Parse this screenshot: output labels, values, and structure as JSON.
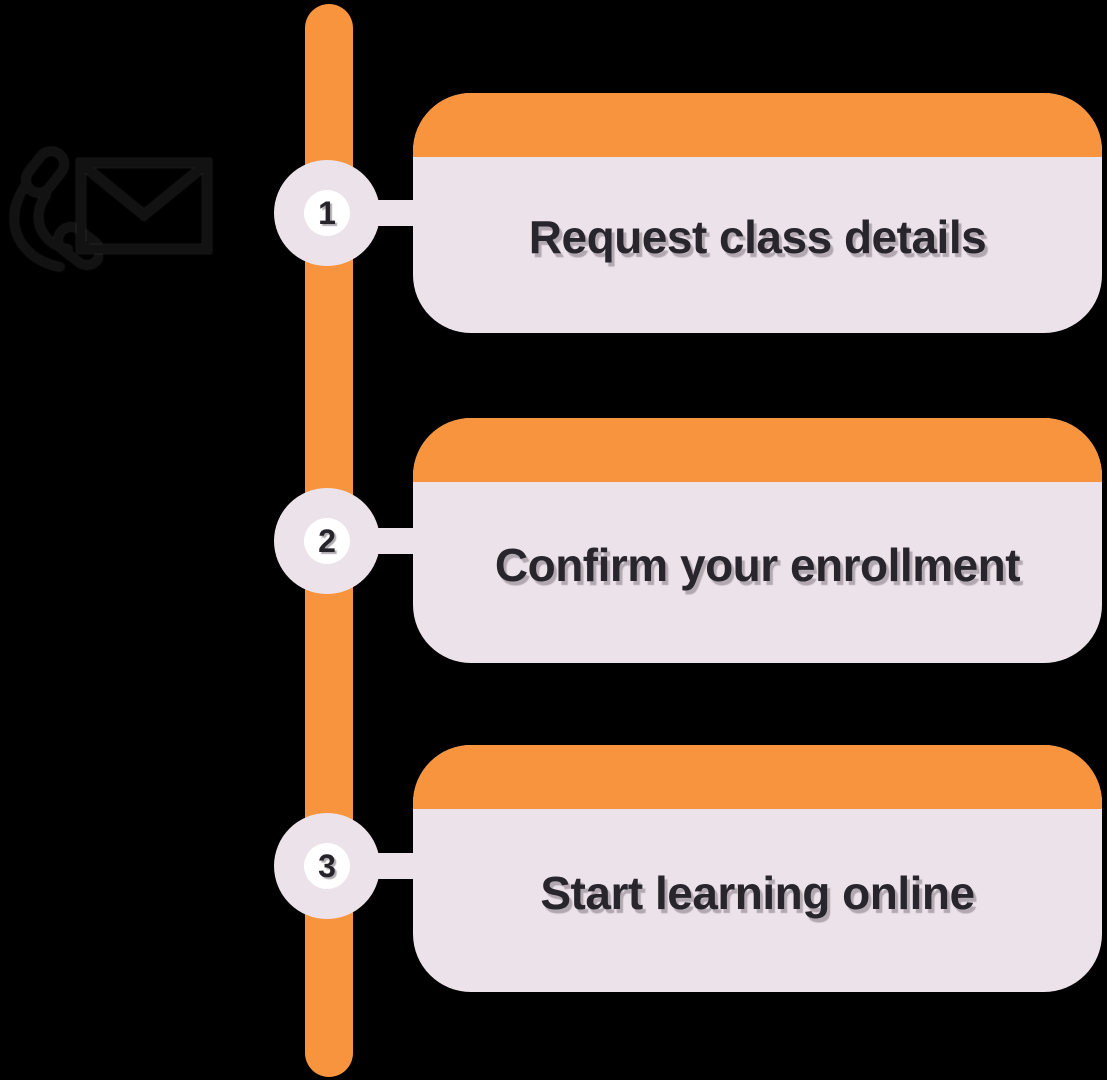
{
  "title": "enrollment-steps-infographic",
  "colors": {
    "background": "#000000",
    "accent_orange": "#F8943D",
    "card_lavender": "#ECE2E9",
    "text_dark": "#28262C",
    "number_disc_white": "#FFFFFF"
  },
  "icons": {
    "phone": "phone-receiver-icon",
    "envelope": "envelope-icon"
  },
  "steps": [
    {
      "number": "1",
      "label": "Request class details"
    },
    {
      "number": "2",
      "label": "Confirm your enrollment"
    },
    {
      "number": "3",
      "label": "Start learning online"
    }
  ]
}
